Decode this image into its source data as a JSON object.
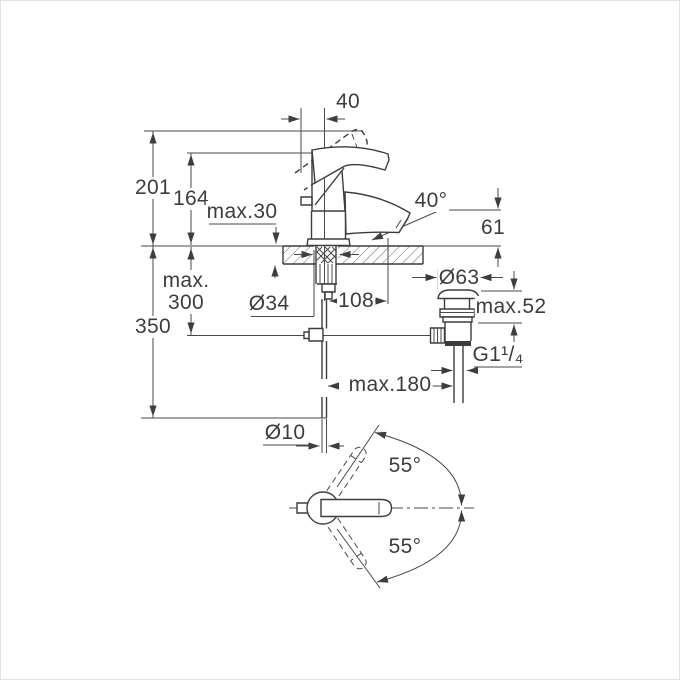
{
  "labels": {
    "dim_40": "40",
    "dim_201": "201",
    "dim_164": "164",
    "dim_max30": "max.30",
    "dim_40deg": "40°",
    "dim_61": "61",
    "dim_o63": "Ø63",
    "dim_max52": "max.52",
    "dim_max300": "max.\n300",
    "dim_o34": "Ø34",
    "dim_108": "108",
    "dim_350": "350",
    "dim_max180": "max.180",
    "dim_g114": "G1¹/₄",
    "dim_o10": "Ø10",
    "dim_55_top": "55°",
    "dim_55_bottom": "55°"
  },
  "colors": {
    "line": "#3d3d3d",
    "dim_line": "#4a4a4a",
    "background": "#ffffff",
    "border": "#e2e2e2"
  }
}
